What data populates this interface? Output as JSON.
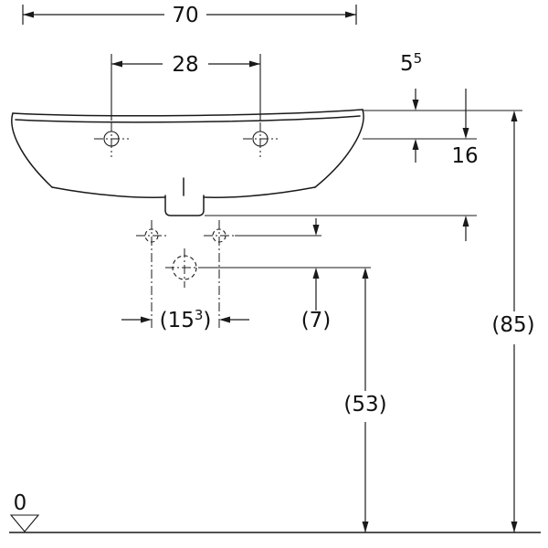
{
  "drawing": {
    "background_color": "#ffffff",
    "line_color": "#1a1a1a",
    "dimensions": {
      "overall_width": {
        "label": "70"
      },
      "tap_hole_spacing": {
        "label": "28"
      },
      "rim_to_tap_axis": {
        "base": "5",
        "sup": "5"
      },
      "tap_axis_to_apron_bottom": {
        "label": "16"
      },
      "fixing_hole_spacing": {
        "open": "(15",
        "sup": "3",
        "close": ")"
      },
      "fixing_axis_to_drain_axis": {
        "label": "(7)"
      },
      "floor_to_drain_axis": {
        "label": "(53)"
      },
      "floor_to_rim": {
        "label": "(85)"
      },
      "floor_datum": {
        "label": "0"
      }
    }
  }
}
